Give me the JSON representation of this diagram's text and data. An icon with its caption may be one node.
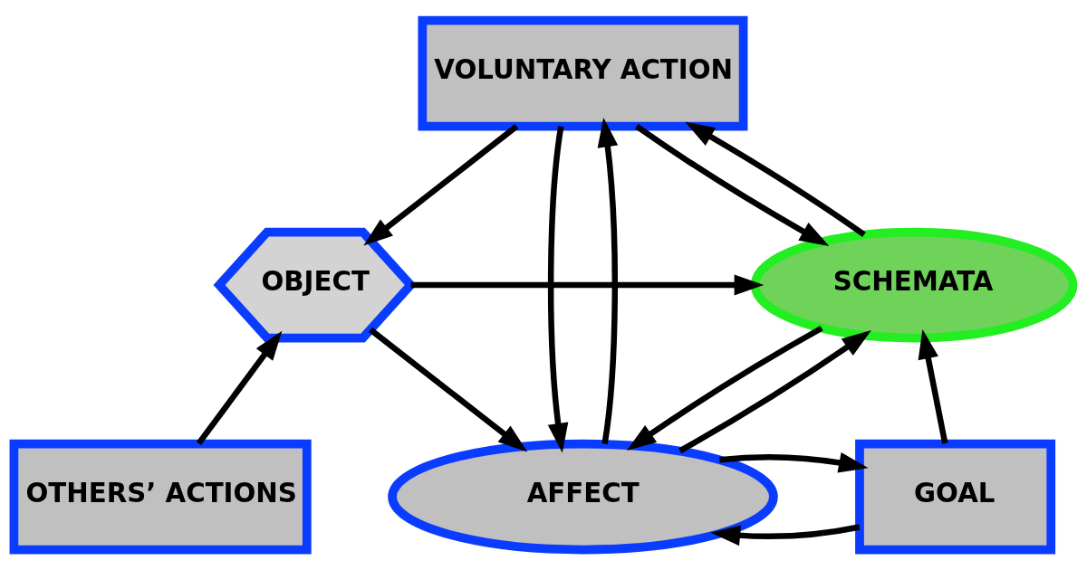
{
  "diagram": {
    "nodes": [
      {
        "text": [
          "VOLUNTARY ACTION"
        ]
      },
      {
        "text": [
          "OBJECT"
        ]
      },
      {
        "text": [
          "SCHEMATA"
        ]
      },
      {
        "text": [
          "OTHERS’ ACTIONS"
        ]
      },
      {
        "text": [
          "AFFECT"
        ]
      },
      {
        "text": [
          "GOAL"
        ]
      }
    ],
    "edges": [
      {
        "from": 0,
        "to": 1,
        "arrow": "to"
      },
      {
        "from": 4,
        "to": 0,
        "arrow": "to"
      },
      {
        "from": 0,
        "to": 4,
        "arrow": "to"
      },
      {
        "from": 0,
        "to": 2,
        "arrow": "to"
      },
      {
        "from": 2,
        "to": 0,
        "arrow": "to"
      },
      {
        "from": 1,
        "to": 2,
        "arrow": "to"
      },
      {
        "from": 3,
        "to": 1,
        "arrow": "to"
      },
      {
        "from": 1,
        "to": 4,
        "arrow": "to"
      },
      {
        "from": 4,
        "to": 2,
        "arrow": "to"
      },
      {
        "from": 2,
        "to": 4,
        "arrow": "to"
      },
      {
        "from": 5,
        "to": 2,
        "arrow": "to"
      },
      {
        "from": 5,
        "to": 4,
        "arrow": "to"
      },
      {
        "from": 4,
        "to": 5,
        "arrow": "to"
      }
    ]
  }
}
